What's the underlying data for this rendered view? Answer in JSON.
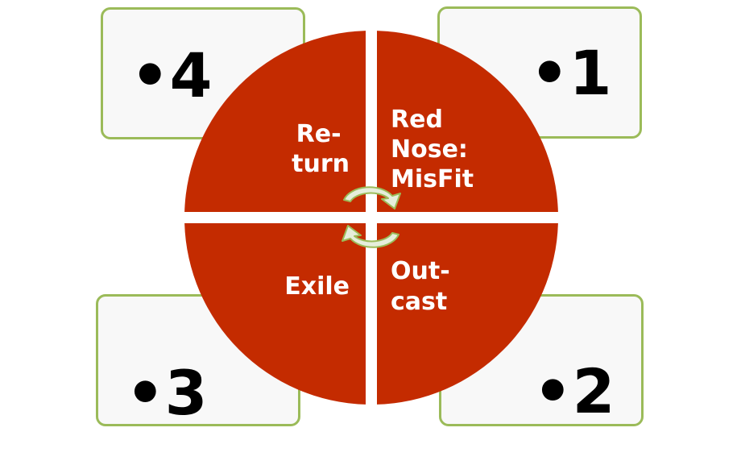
{
  "steps": [
    {
      "id": "1",
      "number": "•1",
      "lines": [
        "Red",
        "Nose:",
        "MisFit"
      ]
    },
    {
      "id": "2",
      "number": "•2",
      "lines": [
        "Out-",
        "cast"
      ]
    },
    {
      "id": "3",
      "number": "•3",
      "lines": [
        "Exile"
      ]
    },
    {
      "id": "4",
      "number": "•4",
      "lines": [
        "Re-",
        "turn"
      ]
    }
  ],
  "colors": {
    "quadrant_fill": "#c42b00",
    "card_border": "#9bbb59",
    "card_fill": "#f8f8f8",
    "arrow_fill": "#e6eedb",
    "arrow_stroke": "#9bbb59"
  }
}
